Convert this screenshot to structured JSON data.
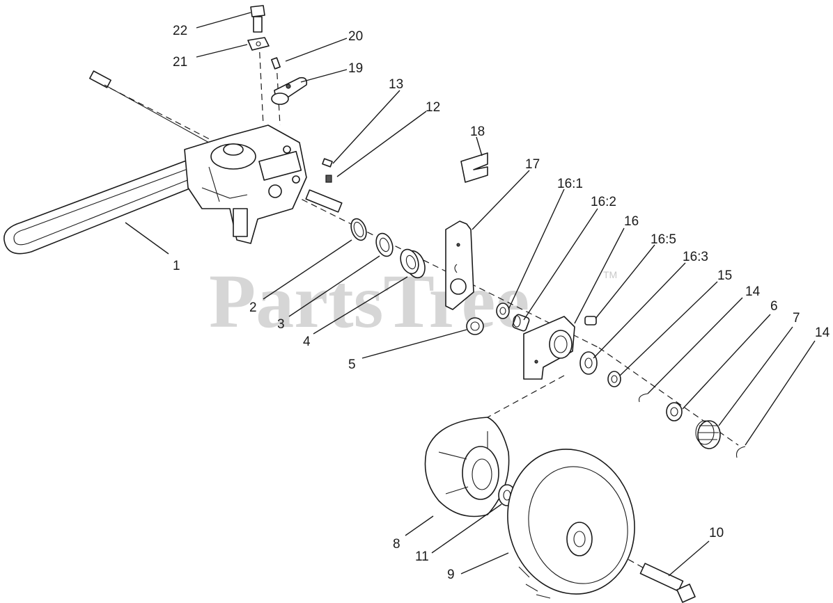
{
  "watermark": {
    "text": "PartsTree",
    "mark": "TM"
  },
  "callouts": [
    {
      "id": "c22",
      "label": "22"
    },
    {
      "id": "c21",
      "label": "21"
    },
    {
      "id": "c20",
      "label": "20"
    },
    {
      "id": "c19",
      "label": "19"
    },
    {
      "id": "c13",
      "label": "13"
    },
    {
      "id": "c12",
      "label": "12"
    },
    {
      "id": "c18",
      "label": "18"
    },
    {
      "id": "c17",
      "label": "17"
    },
    {
      "id": "c16-1",
      "label": "16:1"
    },
    {
      "id": "c16-2",
      "label": "16:2"
    },
    {
      "id": "c16",
      "label": "16"
    },
    {
      "id": "c16-5",
      "label": "16:5"
    },
    {
      "id": "c16-3",
      "label": "16:3"
    },
    {
      "id": "c15",
      "label": "15"
    },
    {
      "id": "c14a",
      "label": "14"
    },
    {
      "id": "c6",
      "label": "6"
    },
    {
      "id": "c7",
      "label": "7"
    },
    {
      "id": "c14b",
      "label": "14"
    },
    {
      "id": "c1",
      "label": "1"
    },
    {
      "id": "c2",
      "label": "2"
    },
    {
      "id": "c3",
      "label": "3"
    },
    {
      "id": "c4",
      "label": "4"
    },
    {
      "id": "c5",
      "label": "5"
    },
    {
      "id": "c8",
      "label": "8"
    },
    {
      "id": "c11",
      "label": "11"
    },
    {
      "id": "c9",
      "label": "9"
    },
    {
      "id": "c10",
      "label": "10"
    }
  ]
}
